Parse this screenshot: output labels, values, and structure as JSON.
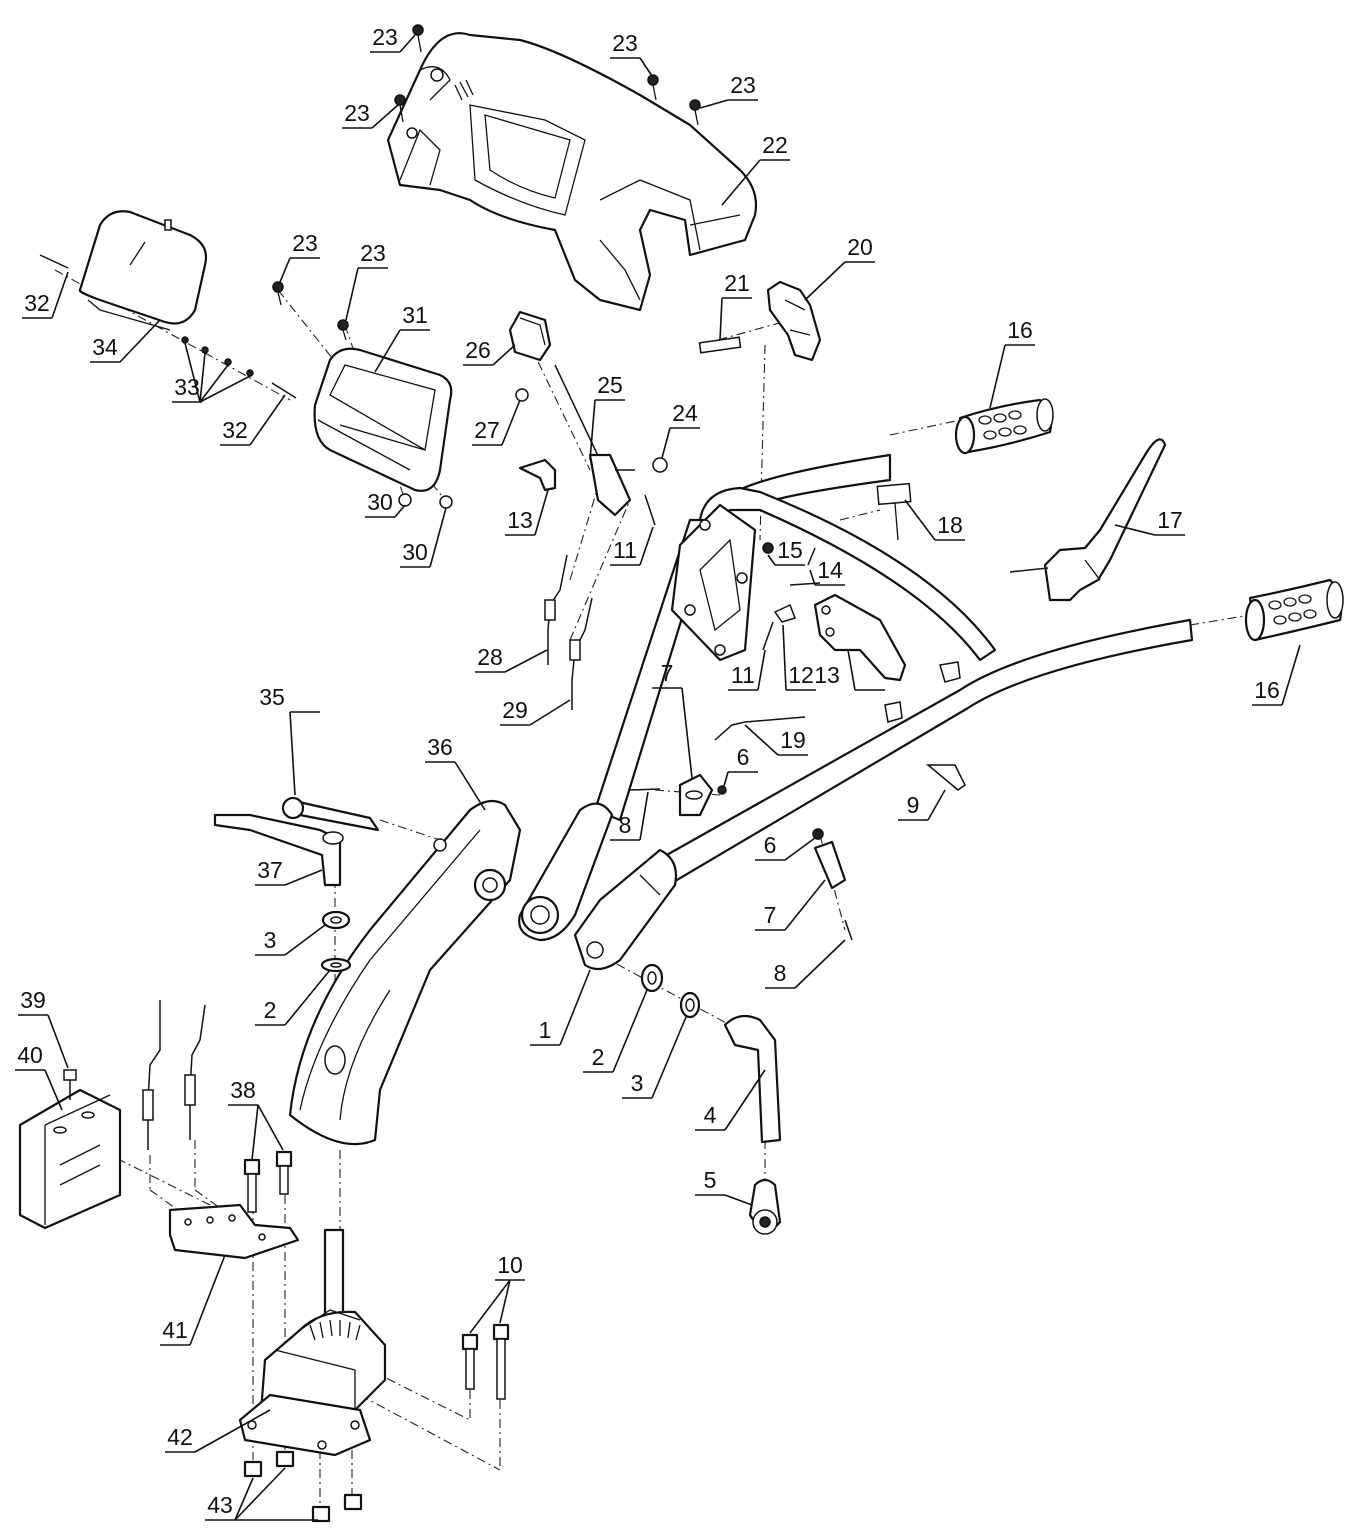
{
  "labels": {
    "p1": "1",
    "p2a": "2",
    "p2b": "2",
    "p3a": "3",
    "p3b": "3",
    "p4": "4",
    "p5": "5",
    "p6a": "6",
    "p6b": "6",
    "p7a": "7",
    "p7b": "7",
    "p8a": "8",
    "p8b": "8",
    "p9": "9",
    "p10": "10",
    "p11a": "11",
    "p11b": "11",
    "p12": "12",
    "p13a": "13",
    "p13b": "13",
    "p14": "14",
    "p15": "15",
    "p16a": "16",
    "p16b": "16",
    "p17": "17",
    "p18": "18",
    "p19": "19",
    "p20": "20",
    "p21": "21",
    "p22": "22",
    "p23a": "23",
    "p23b": "23",
    "p23c": "23",
    "p23d": "23",
    "p23e": "23",
    "p23f": "23",
    "p24": "24",
    "p25": "25",
    "p26": "26",
    "p27": "27",
    "p28": "28",
    "p29": "29",
    "p30a": "30",
    "p30b": "30",
    "p31": "31",
    "p32a": "32",
    "p32b": "32",
    "p33": "33",
    "p34": "34",
    "p35": "35",
    "p36": "36",
    "p37": "37",
    "p38": "38",
    "p39": "39",
    "p40": "40",
    "p41": "41",
    "p42": "42",
    "p43": "43"
  }
}
